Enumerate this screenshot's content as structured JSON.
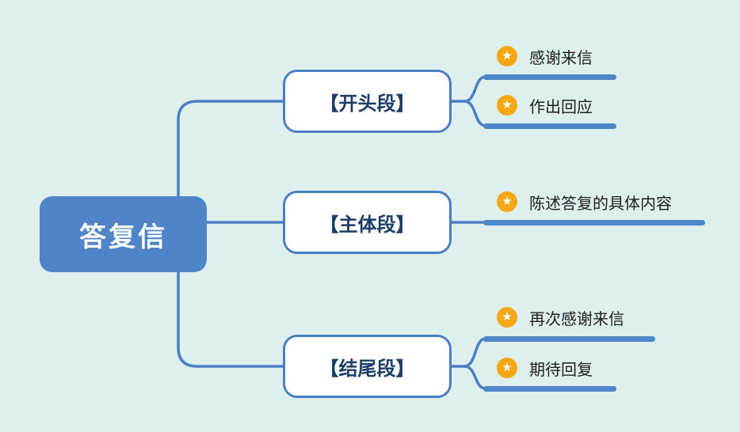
{
  "colors": {
    "background": "#def0ee",
    "connector_blue": "#4a7fc4",
    "root_fill": "#5084c8",
    "leaf_bar_blue": "#4e86c8",
    "star_badge_orange": "#f7a713",
    "branch_text_navy": "#1e3c68",
    "leaf_text": "#1f1f1f",
    "root_text": "#ffffff"
  },
  "icons": {
    "star": "★"
  },
  "root": {
    "label": "答复信"
  },
  "branches": [
    {
      "label": "【开头段】",
      "leaves": [
        {
          "icon": "star",
          "label": "感谢来信"
        },
        {
          "icon": "star",
          "label": "作出回应"
        }
      ]
    },
    {
      "label": "【主体段】",
      "leaves": [
        {
          "icon": "star",
          "label": "陈述答复的具体内容"
        }
      ]
    },
    {
      "label": "【结尾段】",
      "leaves": [
        {
          "icon": "star",
          "label": "再次感谢来信"
        },
        {
          "icon": "star",
          "label": "期待回复"
        }
      ]
    }
  ]
}
